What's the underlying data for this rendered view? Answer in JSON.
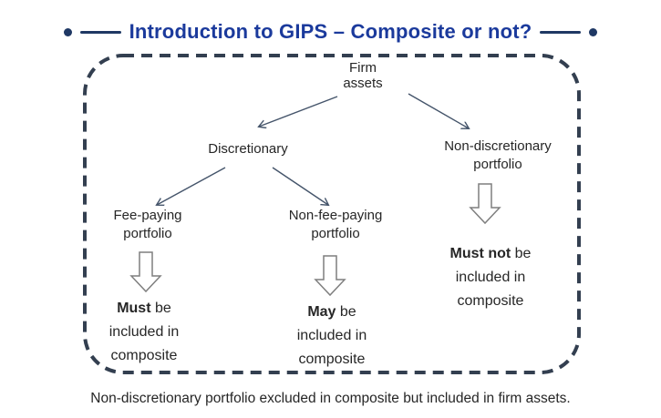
{
  "slide": {
    "title": "Introduction to GIPS – Composite or not?",
    "footnote": "Non-discretionary portfolio excluded in composite but included in firm assets."
  },
  "flowchart": {
    "root": {
      "line1": "Firm",
      "line2": "assets"
    },
    "branches": {
      "discretionary": {
        "label": "Discretionary"
      },
      "non_discretionary": {
        "line1": "Non-discretionary",
        "line2": "portfolio"
      }
    },
    "leaves": {
      "fee_paying": {
        "line1": "Fee-paying",
        "line2": "portfolio"
      },
      "non_fee_paying": {
        "line1": "Non-fee-paying",
        "line2": "portfolio"
      }
    },
    "outcomes": {
      "must": {
        "keyword": "Must",
        "rest": " be",
        "line2": "included in",
        "line3": "composite"
      },
      "may": {
        "keyword": "May",
        "rest": " be",
        "line2": "included in",
        "line3": "composite"
      },
      "must_not": {
        "keyword": "Must not",
        "rest": " be",
        "line2": "included in",
        "line3": "composite"
      }
    }
  },
  "colors": {
    "title_blue": "#1B3A9C",
    "title_rule_navy": "#1F3864",
    "dashed_border": "#333F50",
    "connector_arrow": "#44546A",
    "block_arrow_outline": "#7F7F7F",
    "body_text": "#262626",
    "background": "#FFFFFF"
  }
}
